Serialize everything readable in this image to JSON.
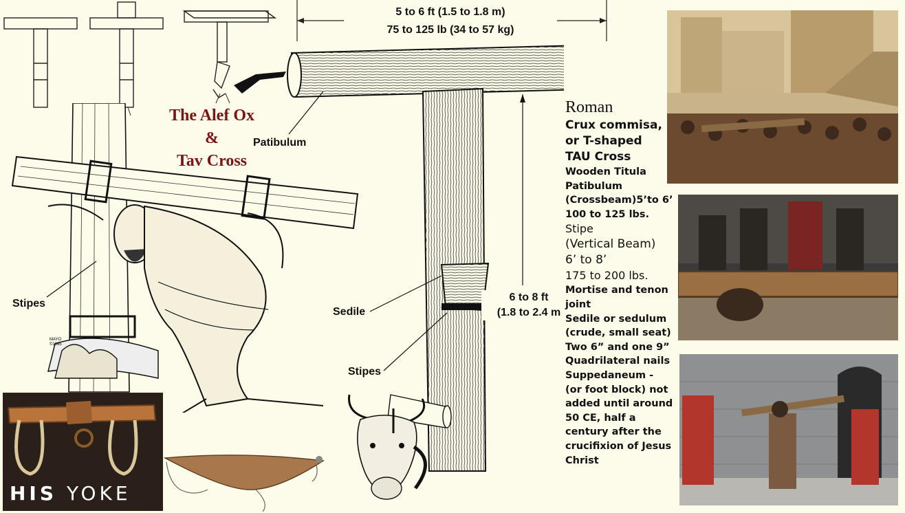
{
  "title_lines": [
    "The Alef Ox",
    "&",
    "Tav Cross"
  ],
  "dimensions": {
    "width_line1": "5 to 6 ft   (1.5 to 1.8 m)",
    "width_line2": "75 to 125 lb   (34 to 57 kg)",
    "height_line1": "6 to 8 ft",
    "height_line2": "(1.8 to 2.4 m"
  },
  "labels": {
    "patibulum": "Patibulum",
    "stipes_left": "Stipes",
    "sedile": "Sedile",
    "stipes_right": "Stipes",
    "artist_line1": "MAYO",
    "artist_line2": "©1985"
  },
  "notes": {
    "roman": "Roman",
    "lines": [
      "Crux commisa,",
      "or T-shaped",
      "TAU Cross",
      "Wooden Titula",
      "Patibulum",
      "(Crossbeam)5’to 6’",
      "100 to 125 lbs.",
      "Stipe",
      "(Vertical Beam)",
      "6’ to 8’",
      "175 to 200 lbs.",
      "Mortise and tenon",
      "joint",
      "Sedile or sedulum",
      "(crude, small seat)",
      "Two 6” and one 9”",
      "Quadrilateral nails",
      "Suppedaneum -",
      "(or foot block) not",
      "added until around",
      "50 CE, half a",
      "century after the",
      "crucifixion of Jesus",
      "Christ"
    ]
  },
  "yoke": {
    "word1": "HIS",
    "word2": "YOKE"
  },
  "colors": {
    "background": "#fdfbe9",
    "title_red": "#7a1416",
    "wood": "#c98a4b"
  }
}
